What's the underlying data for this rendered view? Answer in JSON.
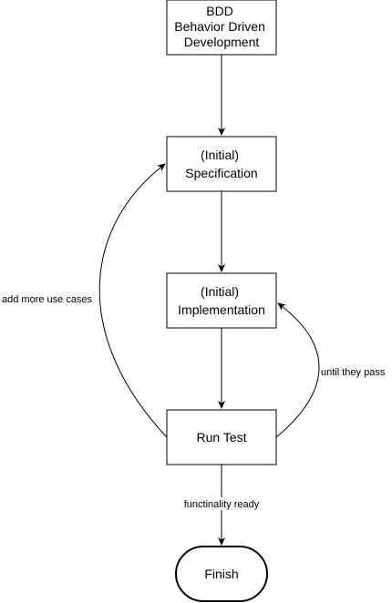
{
  "nodes": {
    "bdd": {
      "lines": [
        "BDD",
        "Behavior Driven",
        "Development"
      ]
    },
    "specification": {
      "lines": [
        "(Initial)",
        "Specification"
      ]
    },
    "implementation": {
      "lines": [
        "(Initial)",
        "Implementation"
      ]
    },
    "run_test": {
      "lines": [
        "Run Test"
      ]
    },
    "finish": {
      "lines": [
        "Finish"
      ]
    }
  },
  "edges": {
    "add_more_use_cases": "add more use cases",
    "until_they_pass": "until they pass",
    "functionality_ready": "functinality ready"
  },
  "colors": {
    "stroke": "#000000",
    "fill": "#ffffff",
    "text": "#000000"
  }
}
